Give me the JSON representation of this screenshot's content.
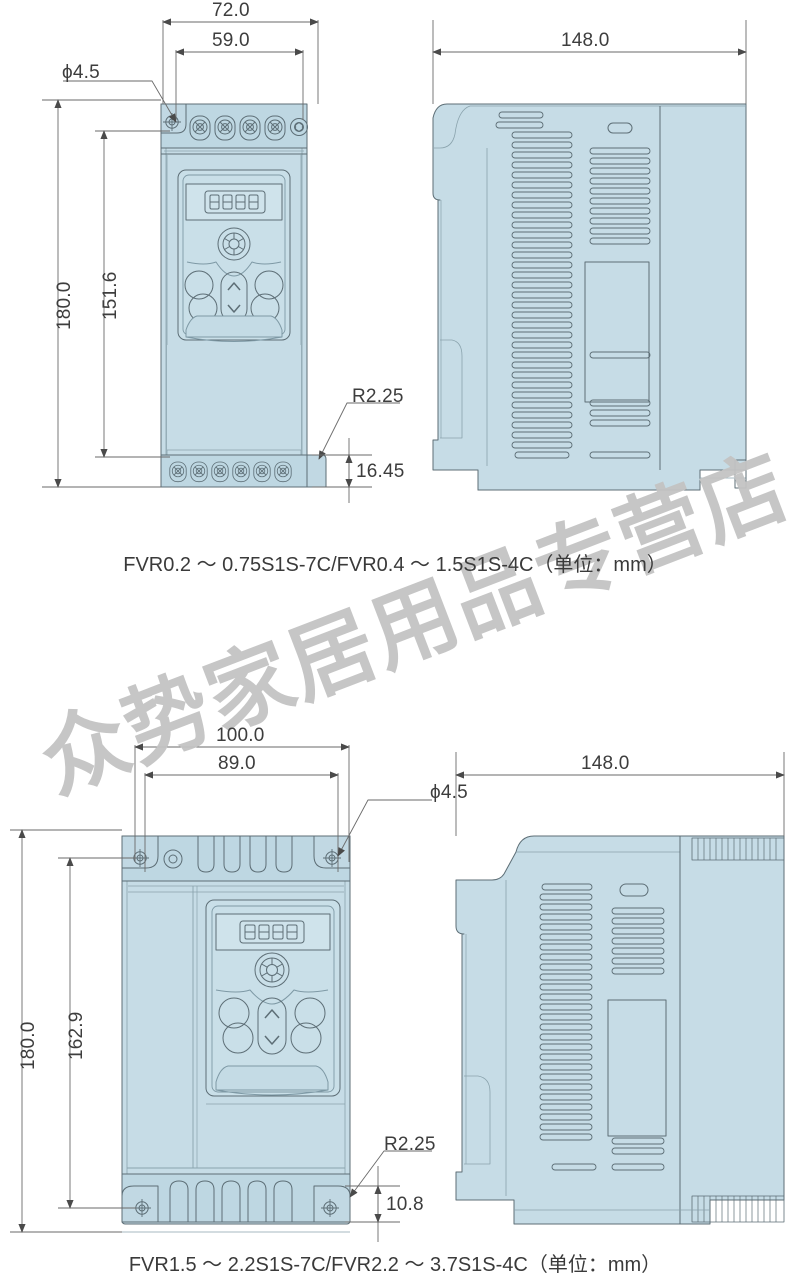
{
  "document": {
    "type": "mechanical-dimension-drawing",
    "unit": "mm",
    "line_color": "#5d6e76",
    "body_fill": "#c6dce6",
    "dim_text_color": "#3d3d3d",
    "watermark_color": "#c3c3c3"
  },
  "watermark": {
    "text": "众势家居用品专营店"
  },
  "figure1": {
    "caption": "FVR0.2 ～ 0.75S1S-7C/FVR0.4 ～ 1.5S1S-4C（单位：mm）",
    "front_view": {
      "dims": {
        "overall_width": "72.0",
        "mount_width": "59.0",
        "overall_height": "180.0",
        "mount_height": "151.6",
        "hole_dia": "ϕ4.5",
        "corner_radius": "R2.25",
        "bottom_offset": "16.45"
      },
      "keypad": {
        "display": "8888",
        "knob": "rotary-knob",
        "buttons": [
          "btn-upper-left",
          "btn-upper-right",
          "btn-lower-left",
          "btn-lower-right"
        ],
        "arrows": [
          "up",
          "down"
        ]
      },
      "top_terminals": 4,
      "bottom_terminals": 6
    },
    "side_view": {
      "dims": {
        "depth": "148.0"
      }
    }
  },
  "figure2": {
    "caption": "FVR1.5 ～ 2.2S1S-7C/FVR2.2 ～ 3.7S1S-4C（单位：mm）",
    "front_view": {
      "dims": {
        "overall_width": "100.0",
        "mount_width": "89.0",
        "overall_height": "180.0",
        "mount_height": "162.9",
        "hole_dia": "ϕ4.5",
        "corner_radius": "R2.25",
        "bottom_offset": "10.8"
      },
      "keypad": {
        "display": "8888",
        "knob": "rotary-knob",
        "buttons": [
          "btn-upper-left",
          "btn-upper-right",
          "btn-lower-left",
          "btn-lower-right"
        ],
        "arrows": [
          "up",
          "down"
        ]
      }
    },
    "side_view": {
      "dims": {
        "depth": "148.0"
      }
    }
  }
}
